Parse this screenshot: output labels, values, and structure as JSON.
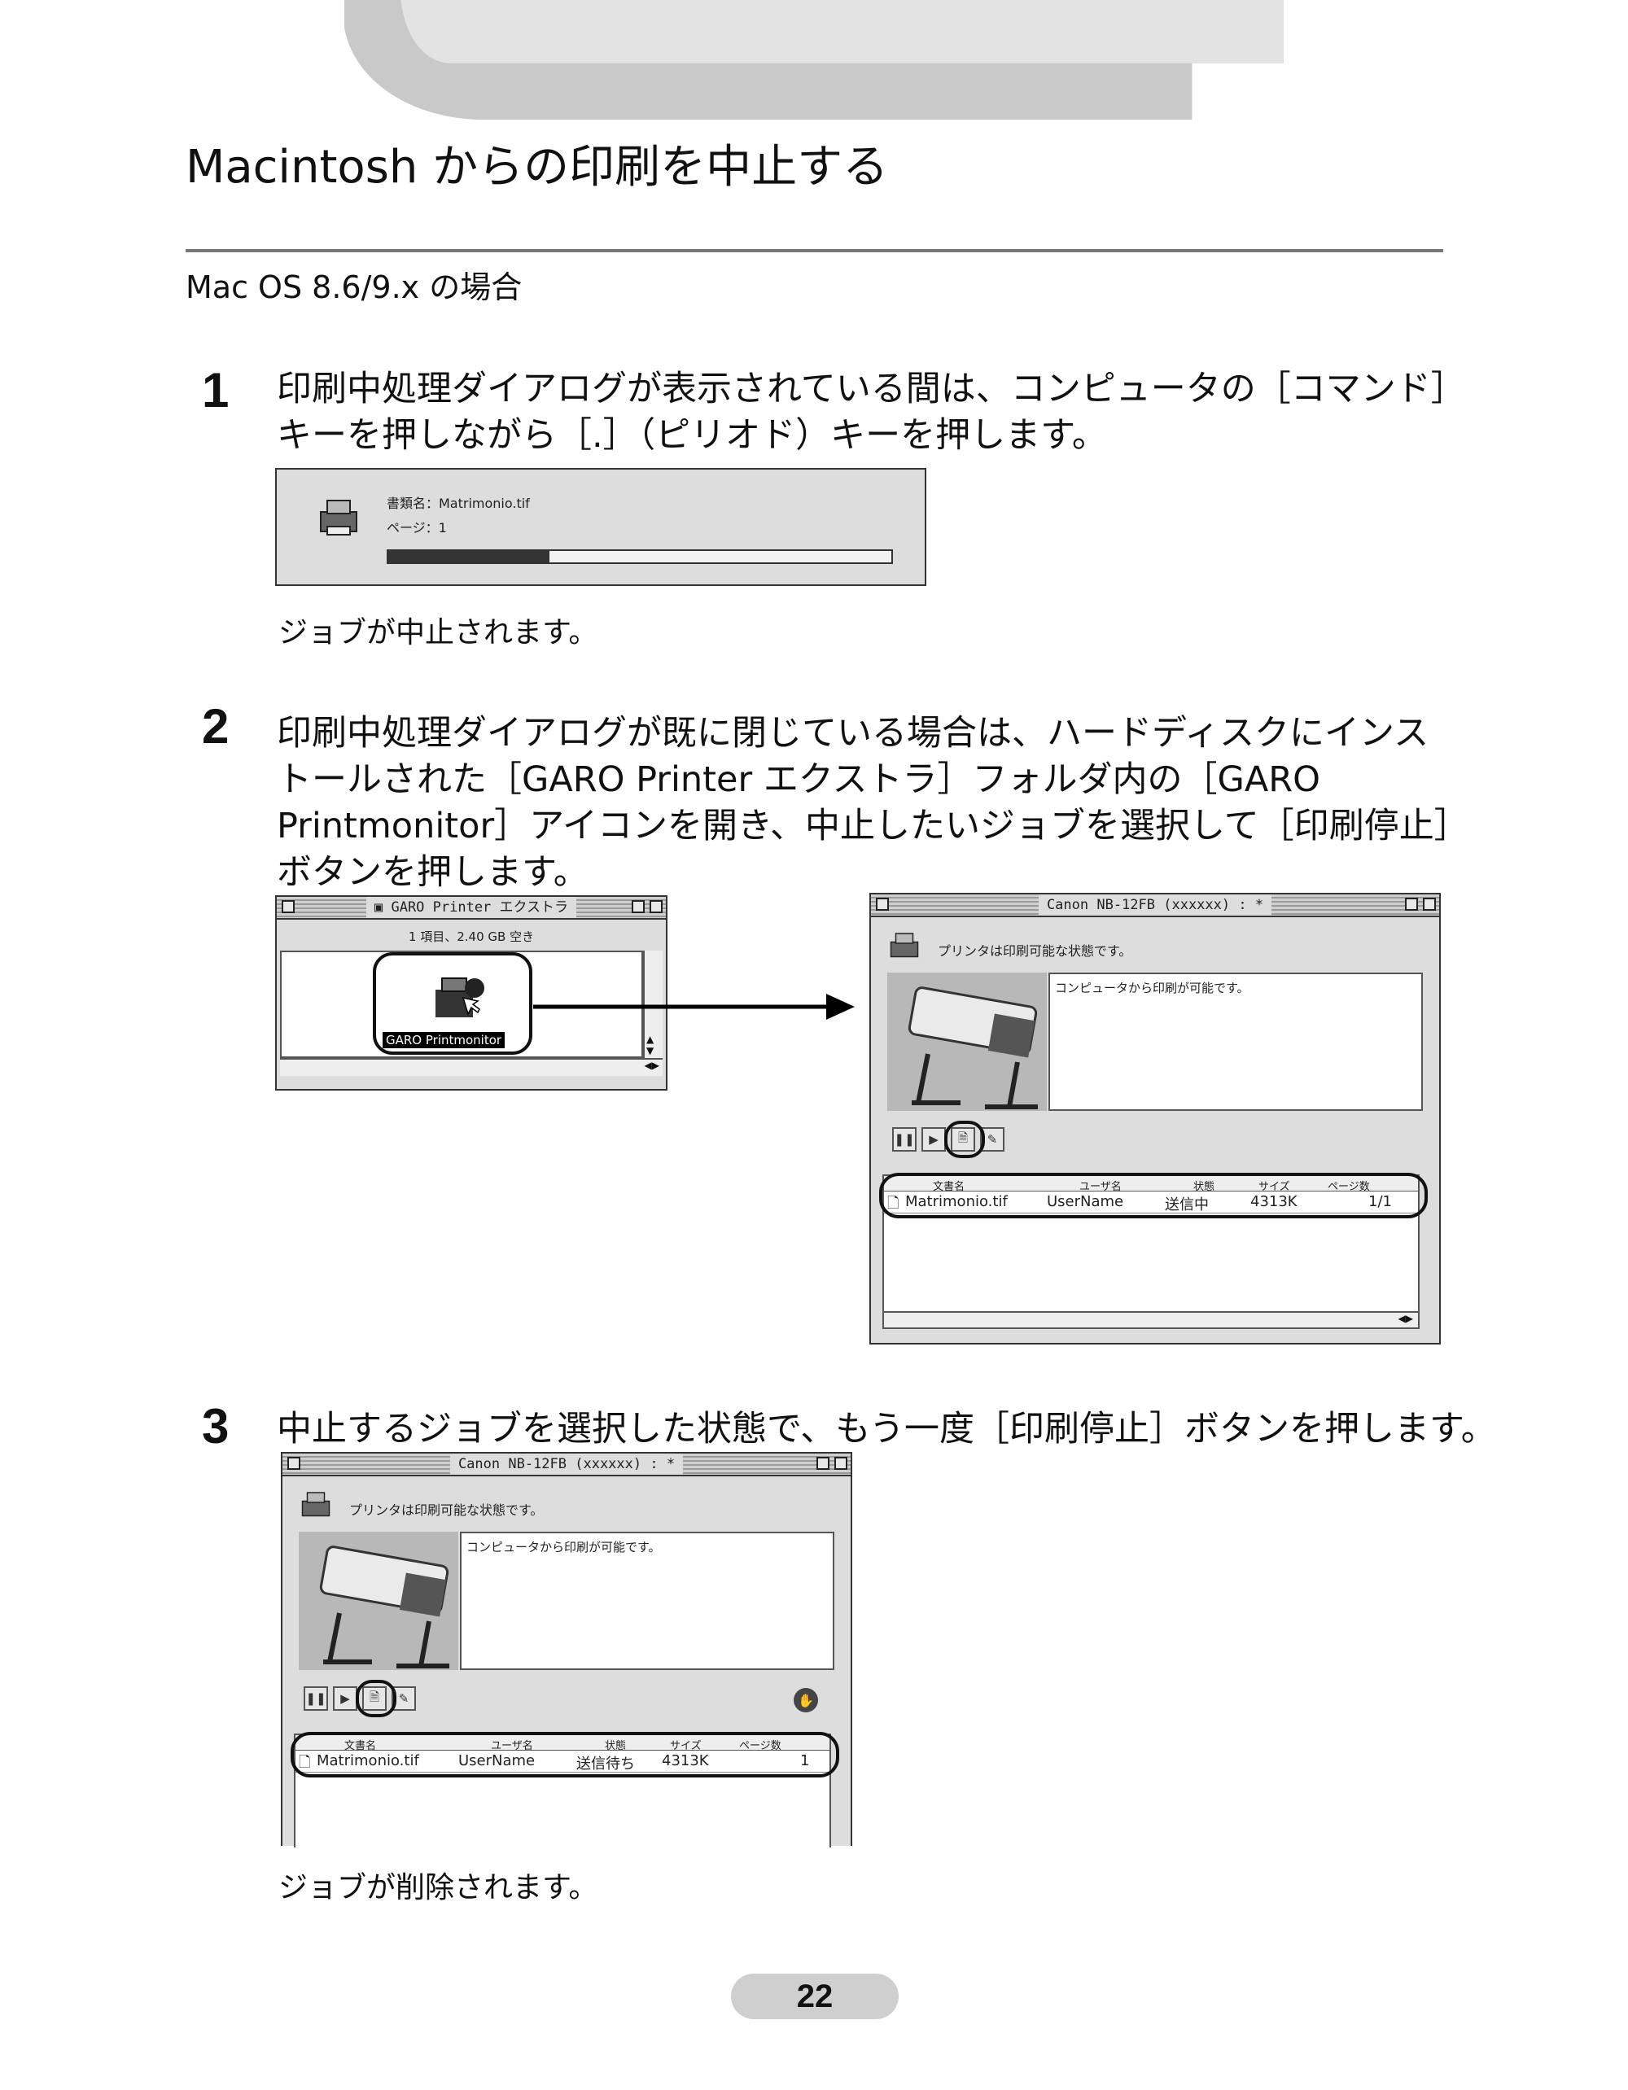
{
  "page": {
    "title": "Macintosh からの印刷を中止する",
    "section_title": "Mac OS 8.6/9.x の場合",
    "page_number": "22"
  },
  "steps": [
    {
      "num": "1",
      "lines": [
        "印刷中処理ダイアログが表示されている間は、コンピュータの［コマンド］",
        "キーを押しながら［.］（ピリオド）キーを押します。"
      ],
      "note": "ジョブが中止されます。"
    },
    {
      "num": "2",
      "lines": [
        "印刷中処理ダイアログが既に閉じている場合は、ハードディスクにインス",
        "トールされた［GARO Printer エクストラ］フォルダ内の［GARO",
        "Printmonitor］アイコンを開き、中止したいジョブを選択して［印刷停止］",
        "ボタンを押します。"
      ]
    },
    {
      "num": "3",
      "lines": [
        "中止するジョブを選択した状態で、もう一度［印刷停止］ボタンを押します。"
      ],
      "note": "ジョブが削除されます。"
    }
  ],
  "progress_dialog": {
    "doc_label": "書類名：Matrimonio.tif",
    "page_label": "ページ：1",
    "progress": 0.32
  },
  "folder_window": {
    "title": "GARO Printer エクストラ",
    "info": "1 項目、2.40 GB 空き",
    "icon_label": "GARO Printmonitor"
  },
  "monitor_window": {
    "title": "Canon NB-12FB (xxxxxx) : *",
    "status": "プリンタは印刷可能な状態です。",
    "message": "コンピュータから印刷が可能です。",
    "columns": [
      "文書名",
      "ユーザ名",
      "状態",
      "サイズ",
      "ページ数"
    ]
  },
  "monitor_a_row": [
    "Matrimonio.tif",
    "UserName",
    "送信中",
    "4313K",
    "1/1"
  ],
  "monitor_b_row": [
    "Matrimonio.tif",
    "UserName",
    "送信待ち",
    "4313K",
    "1"
  ]
}
